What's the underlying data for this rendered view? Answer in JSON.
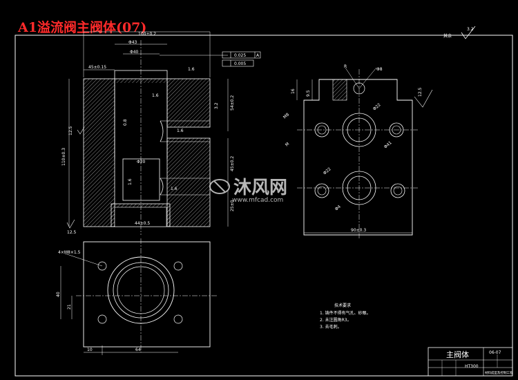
{
  "title": "A1溢流阀主阀体(07)",
  "roughness_label": "其余",
  "roughness_value": "3.2",
  "watermark": {
    "brand": "沐风网",
    "url": "www.mfcad.com"
  },
  "dims": {
    "top_width": "100±0.2",
    "d43": "Φ43",
    "d40": "Φ40",
    "tol_perp": "0.025",
    "tol_ref": "A",
    "tol_flat": "0.005",
    "left_offset": "45±0.15",
    "height_total": "110±0.3",
    "right_upper": "54±0.2",
    "right_lower": "45±0.2",
    "bottom_dim": "25±0",
    "mid_dia": "Φ20",
    "bottom_width": "44±0.5",
    "ra_left": "12.5",
    "ra_bottom": "12.5",
    "ra_16": "1.6",
    "ra_32": "3.2",
    "ra_08": "0.8",
    "sv_left1": "16",
    "sv_left2": "9.5",
    "sv_ra": "12.5",
    "sv_r": "R",
    "sv_d8": "Φ8",
    "sv_dtop": "Φ22",
    "sv_d41": "Φ41",
    "sv_mid": "M8",
    "sv_dbot": "Φ22",
    "sv_m": "M",
    "sv_d4": "Φ4",
    "sv_wid": "90±0.3",
    "bv_off": "4×M8×1.5",
    "bv_h40": "40",
    "bv_h21": "21",
    "bv_w10": "10",
    "bv_w64": "64"
  },
  "tech_req": {
    "heading": "技术要求",
    "items": [
      "1. 铸件不得有气孔、砂眼。",
      "2. 未注圆角R3。",
      "3. 去毛刺。"
    ]
  },
  "title_block": {
    "part_name": "主阀体",
    "drawing_no": "06-07",
    "material": "HT300",
    "school": "材料成型及控制工程"
  }
}
